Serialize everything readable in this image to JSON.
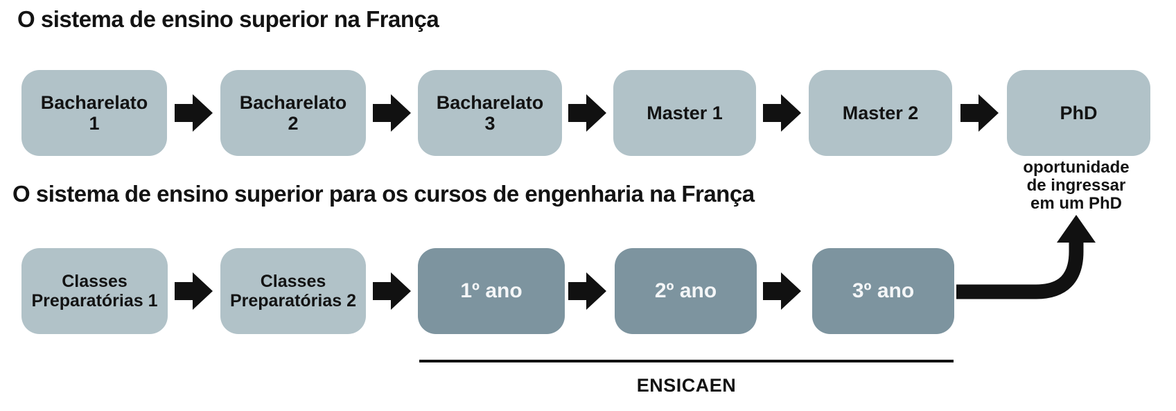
{
  "colors": {
    "background": "#ffffff",
    "light_box": "#b1c2c8",
    "dark_box": "#7d949f",
    "arrow": "#111111",
    "text_dark": "#131313",
    "text_light": "#f4f6f7"
  },
  "title_general": "O sistema de ensino superior na França",
  "title_engineering": "O sistema de ensino superior para os cursos de engenharia na França",
  "general_track": {
    "boxes": [
      {
        "lines": [
          "Bacharelato",
          "1"
        ]
      },
      {
        "lines": [
          "Bacharelato",
          "2"
        ]
      },
      {
        "lines": [
          "Bacharelato",
          "3"
        ]
      },
      {
        "lines": [
          "Master 1"
        ]
      },
      {
        "lines": [
          "Master 2"
        ]
      },
      {
        "lines": [
          "PhD"
        ]
      }
    ]
  },
  "engineering_track": {
    "boxes": [
      {
        "lines": [
          "Classes",
          "Preparatórias 1"
        ]
      },
      {
        "lines": [
          "Classes",
          "Preparatórias 2"
        ]
      },
      {
        "lines": [
          "1º ano"
        ]
      },
      {
        "lines": [
          "2º ano"
        ]
      },
      {
        "lines": [
          "3º ano"
        ]
      }
    ]
  },
  "phd_note": {
    "lines": [
      "oportunidade",
      "de ingressar",
      "em um PhD"
    ]
  },
  "ensicaen_label": "ENSICAEN"
}
